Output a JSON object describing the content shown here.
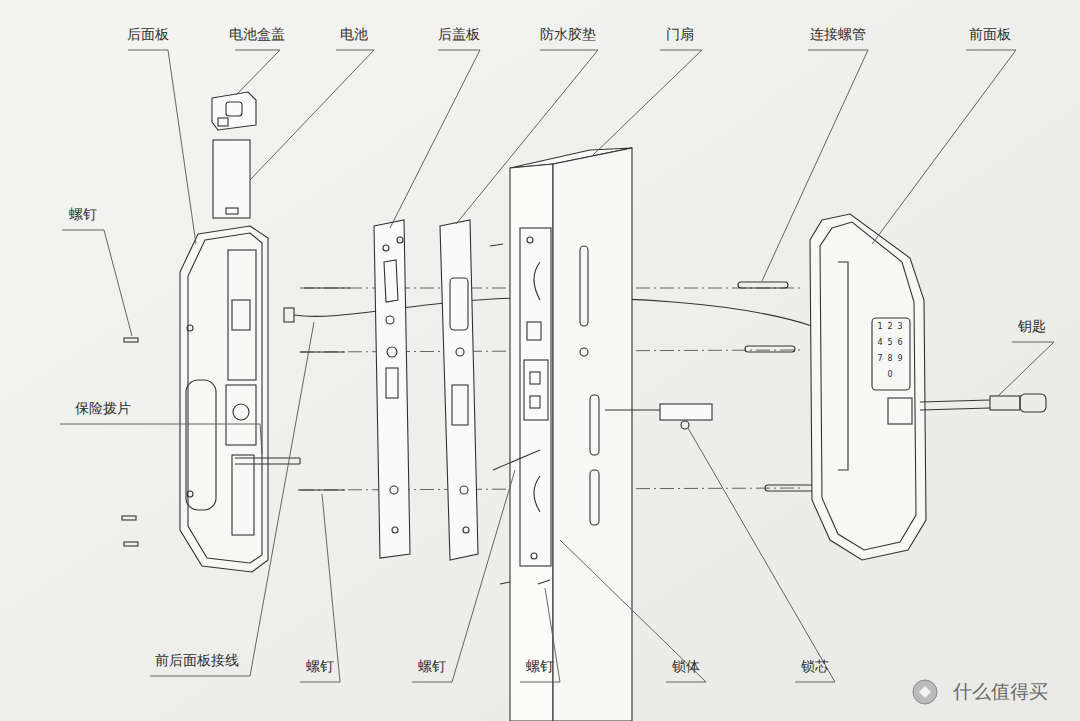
{
  "diagram": {
    "labels": [
      "后面板",
      "电池盒盖",
      "电池",
      "后盖板",
      "防水胶垫",
      "门扇",
      "连接螺管",
      "前面板",
      "螺钉",
      "保险拨片",
      "钥匙",
      "前后面板接线",
      "螺钉",
      "螺钉",
      "螺钉",
      "锁体",
      "锁芯",
      "1",
      "2",
      "3",
      "4",
      "5",
      "6",
      "7",
      "8",
      "9",
      "0",
      "什么值得买"
    ]
  }
}
